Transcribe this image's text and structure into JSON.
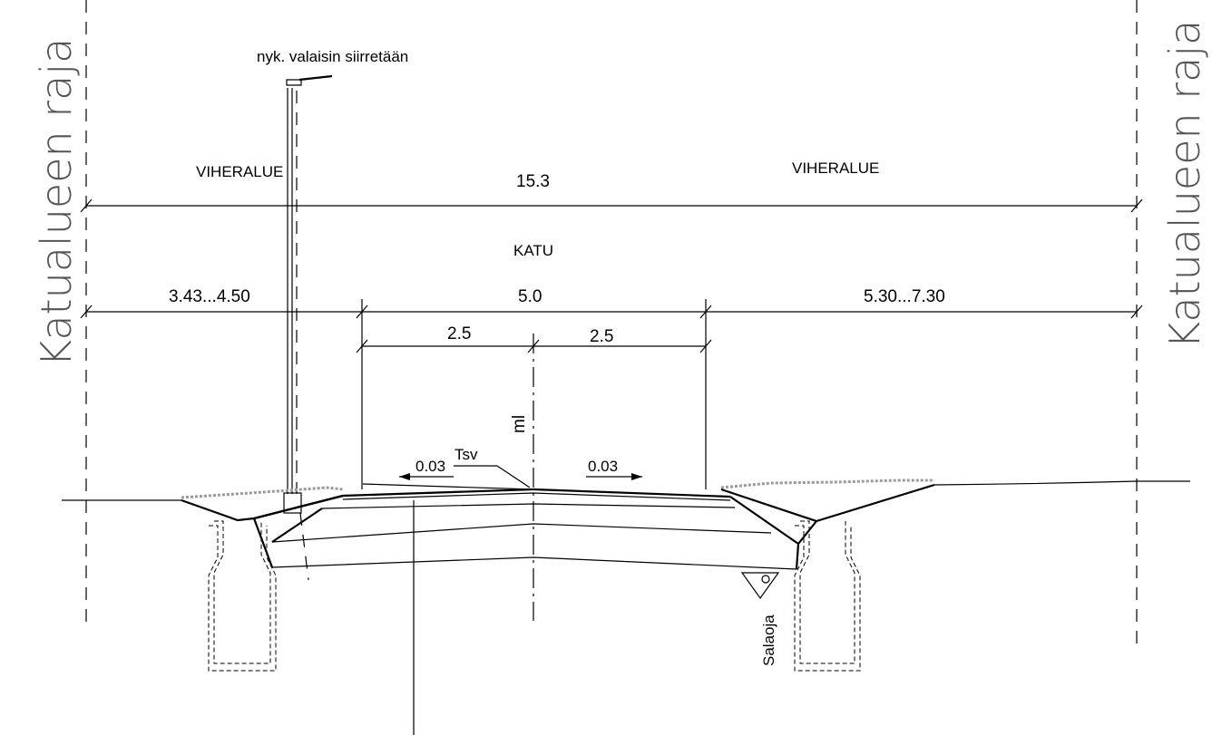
{
  "boundary": {
    "left_label": "Katualueen raja",
    "right_label": "Katualueen raja"
  },
  "lamp": {
    "label": "nyk. valaisin siirretään"
  },
  "zones": {
    "left_green": "VIHERALUE",
    "right_green": "VIHERALUE",
    "street": "KATU"
  },
  "dimensions": {
    "total": "15.3",
    "left_side": "3.43...4.50",
    "carriageway": "5.0",
    "right_side": "5.30...7.30",
    "half_left": "2.5",
    "half_right": "2.5"
  },
  "centerline": {
    "label": "ml"
  },
  "slopes": {
    "left": "0.03",
    "right": "0.03"
  },
  "profile_point": {
    "label": "Tsv"
  },
  "drain": {
    "label": "Salaoja"
  },
  "colors": {
    "line": "#000000",
    "grass": "#9a9a9a",
    "boundary_text": "#555555"
  }
}
